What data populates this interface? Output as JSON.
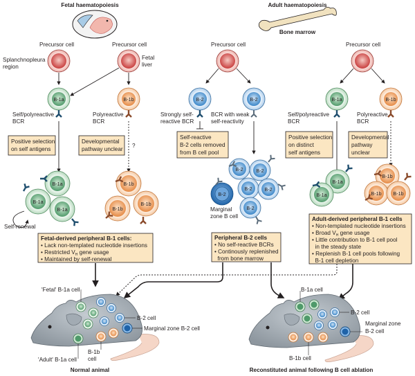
{
  "headings": {
    "fetal": "Fetal haematopoiesis",
    "adult": "Adult haematopoiesis",
    "bone_marrow": "Bone marrow"
  },
  "labels": {
    "precursor": "Precursor cell",
    "splanchnopleura_1": "Splanchnopleura",
    "splanchnopleura_2": "region",
    "fetal_liver_1": "Fetal",
    "fetal_liver_2": "liver",
    "self_poly_bcr_1": "Self/polyreactive",
    "self_poly_bcr_2": "BCR",
    "poly_bcr_1": "Polyreactive",
    "poly_bcr_2": "BCR",
    "strong_bcr_1": "Strongly self-",
    "strong_bcr_2": "reactive BCR",
    "weak_bcr_1": "BCR with weak",
    "weak_bcr_2": "self-reactivity",
    "question": "?",
    "self_renewal": "Self-renewal",
    "marginal_1": "Marginal",
    "marginal_2": "zone B cell"
  },
  "cells": {
    "b1a": "B-1a",
    "b1b": "B-1b",
    "b2": "B-2"
  },
  "boxes": {
    "pos_sel_fetal": [
      "Positive selection",
      "on self antigens"
    ],
    "dev_fetal": [
      "Developmental",
      "pathway unclear"
    ],
    "self_reactive_removed": [
      "Self-reactive",
      "B-2 cells removed",
      "from B cell pool"
    ],
    "pos_sel_adult": [
      "Positive selection",
      "on distinct",
      "self antigens"
    ],
    "dev_adult": [
      "Developmental",
      "pathway",
      "unclear"
    ]
  },
  "summaries": {
    "fetal": {
      "title": "Fetal-derived peripheral B-1 cells:",
      "items": [
        "• Lack non-templated nucleotide insertions",
        "• Restricted V",
        "• Maintained by self-renewal"
      ],
      "vh_sub": "H",
      "vh_rest": " gene usage"
    },
    "b2": {
      "title": "Peripheral B-2 cells",
      "items": [
        "• No self-reactive BCRs",
        "• Continously replenished",
        "  from bone marrow"
      ]
    },
    "adult": {
      "title": "Adult-derived peripheral B-1 cells",
      "items": [
        "• Non-templated nucleotide insertions",
        "• Broad V",
        "• Little contribution to B-1 cell pool",
        "  in the steady state",
        "• Replenish B-1 cell pools following",
        "  B-1 cell depletion"
      ],
      "vh_sub": "H",
      "vh_rest": " gene usage"
    }
  },
  "mice": {
    "normal": {
      "caption": "Normal animal",
      "fetal_b1a": "'Fetal' B-1a cell",
      "adult_b1a": "'Adult' B-1a cell",
      "b1b_1": "B-1b",
      "b1b_2": "cell",
      "b2": "B-2 cell",
      "mz": "Marginal zone B-2 cell"
    },
    "reconstituted": {
      "caption": "Reconstituted animal following B cell ablation",
      "b1a": "B-1a cell",
      "b1b": "B-1b cell",
      "b2": "B-2 cell",
      "mz_1": "Marginal zone",
      "mz_2": "B-2 cell"
    }
  },
  "colors": {
    "precursor": "#c94a4a",
    "b1a": "#4f9a6a",
    "b1b": "#e58a45",
    "b2": "#3a86c8",
    "mz": "#1f63a8",
    "box_fill": "#fbe6c2",
    "bcr_b1a": "#1f4e6e",
    "bcr_b1b": "#8a4a2a",
    "mouse": "#a7b0b8"
  }
}
